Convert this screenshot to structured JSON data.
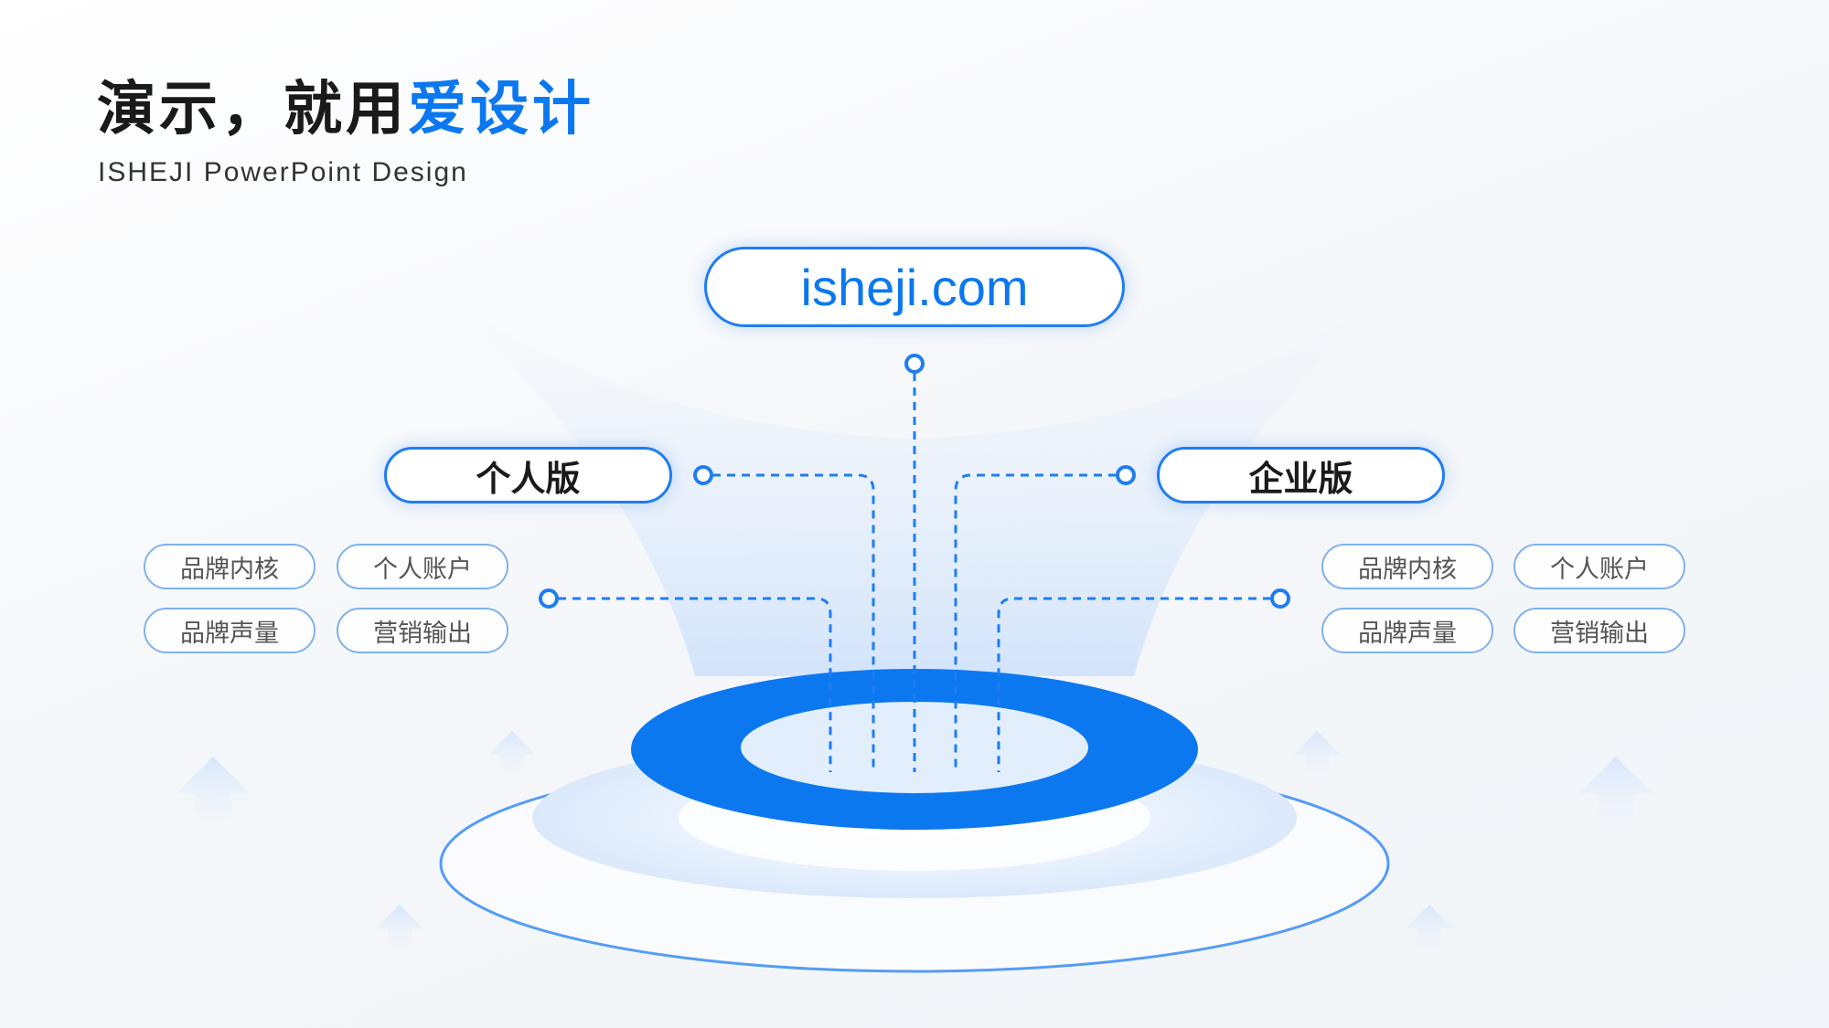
{
  "header": {
    "title_dark": "演示，就用",
    "title_accent": "爱设计",
    "subtitle": "ISHEJI PowerPoint Design"
  },
  "diagram": {
    "root": "isheji.com",
    "personal": {
      "label": "个人版",
      "tags": [
        "品牌内核",
        "个人账户",
        "品牌声量",
        "营销输出"
      ]
    },
    "enterprise": {
      "label": "企业版",
      "tags": [
        "品牌内核",
        "个人账户",
        "品牌声量",
        "营销输出"
      ]
    }
  },
  "colors": {
    "accent": "#0b78f0",
    "line": "#1f7df2",
    "text": "#1a1a1a"
  }
}
